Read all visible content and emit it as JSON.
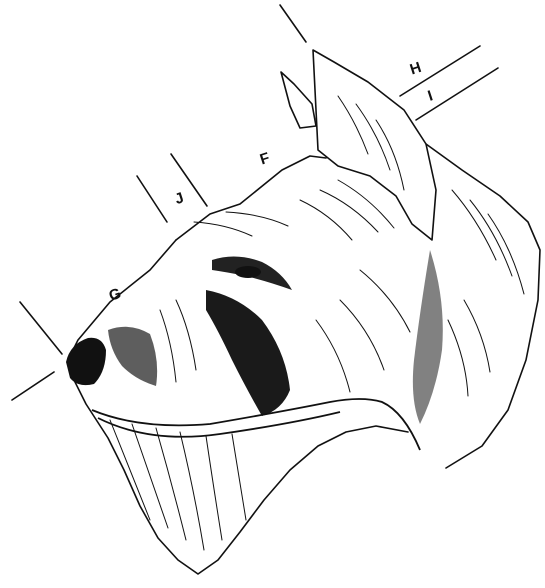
{
  "diagram": {
    "subject": "schnauzer-head-profile",
    "labels": {
      "G": "G",
      "J": "J",
      "F": "F",
      "H": "H",
      "I": "I"
    },
    "colors": {
      "ink": "#111111",
      "background": "#ffffff"
    }
  }
}
